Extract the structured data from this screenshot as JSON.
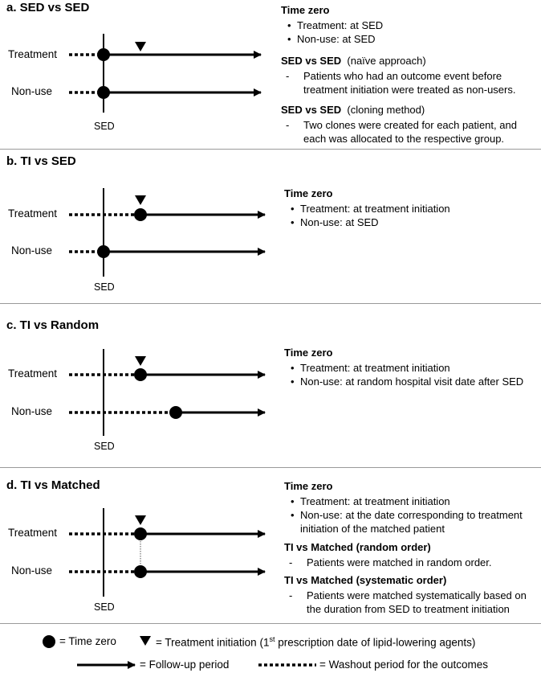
{
  "labels": {
    "treatment": "Treatment",
    "non_use": "Non-use",
    "sed": "SED"
  },
  "panel_a": {
    "title": "a. SED vs SED",
    "time_zero": "Time zero",
    "bullets": [
      "Treatment: at SED",
      "Non-use: at SED"
    ],
    "sub1_title": "SED vs SED",
    "sub1_paren": "(naïve approach)",
    "sub1_text": "Patients who had an outcome event before treatment initiation were treated as non-users.",
    "sub2_title": "SED vs SED",
    "sub2_paren": "(cloning method)",
    "sub2_text": "Two clones were created for each patient, and each was allocated to the respective group."
  },
  "panel_b": {
    "title": "b. TI vs SED",
    "time_zero": "Time zero",
    "bullets": [
      "Treatment: at treatment initiation",
      "Non-use: at SED"
    ]
  },
  "panel_c": {
    "title": "c. TI vs Random",
    "time_zero": "Time zero",
    "bullets": [
      "Treatment: at treatment initiation",
      "Non-use: at random hospital visit date after SED"
    ]
  },
  "panel_d": {
    "title": "d. TI vs Matched",
    "time_zero": "Time zero",
    "bullets": [
      "Treatment: at treatment initiation",
      "Non-use: at the date corresponding to treatment initiation of the matched patient"
    ],
    "sub1_title": "TI vs Matched (random order)",
    "sub1_text": "Patients were matched in random order.",
    "sub2_title": "TI vs Matched (systematic order)",
    "sub2_text": "Patients were matched systematically based on the duration from SED to treatment initiation"
  },
  "legend": {
    "time_zero": "= Time zero",
    "treatment_initiation_pre": "= Treatment initiation (1",
    "treatment_initiation_sup": "st",
    "treatment_initiation_post": " prescription date of lipid-lowering agents)",
    "follow_up": "= Follow-up period",
    "washout": "= Washout period for the outcomes"
  }
}
